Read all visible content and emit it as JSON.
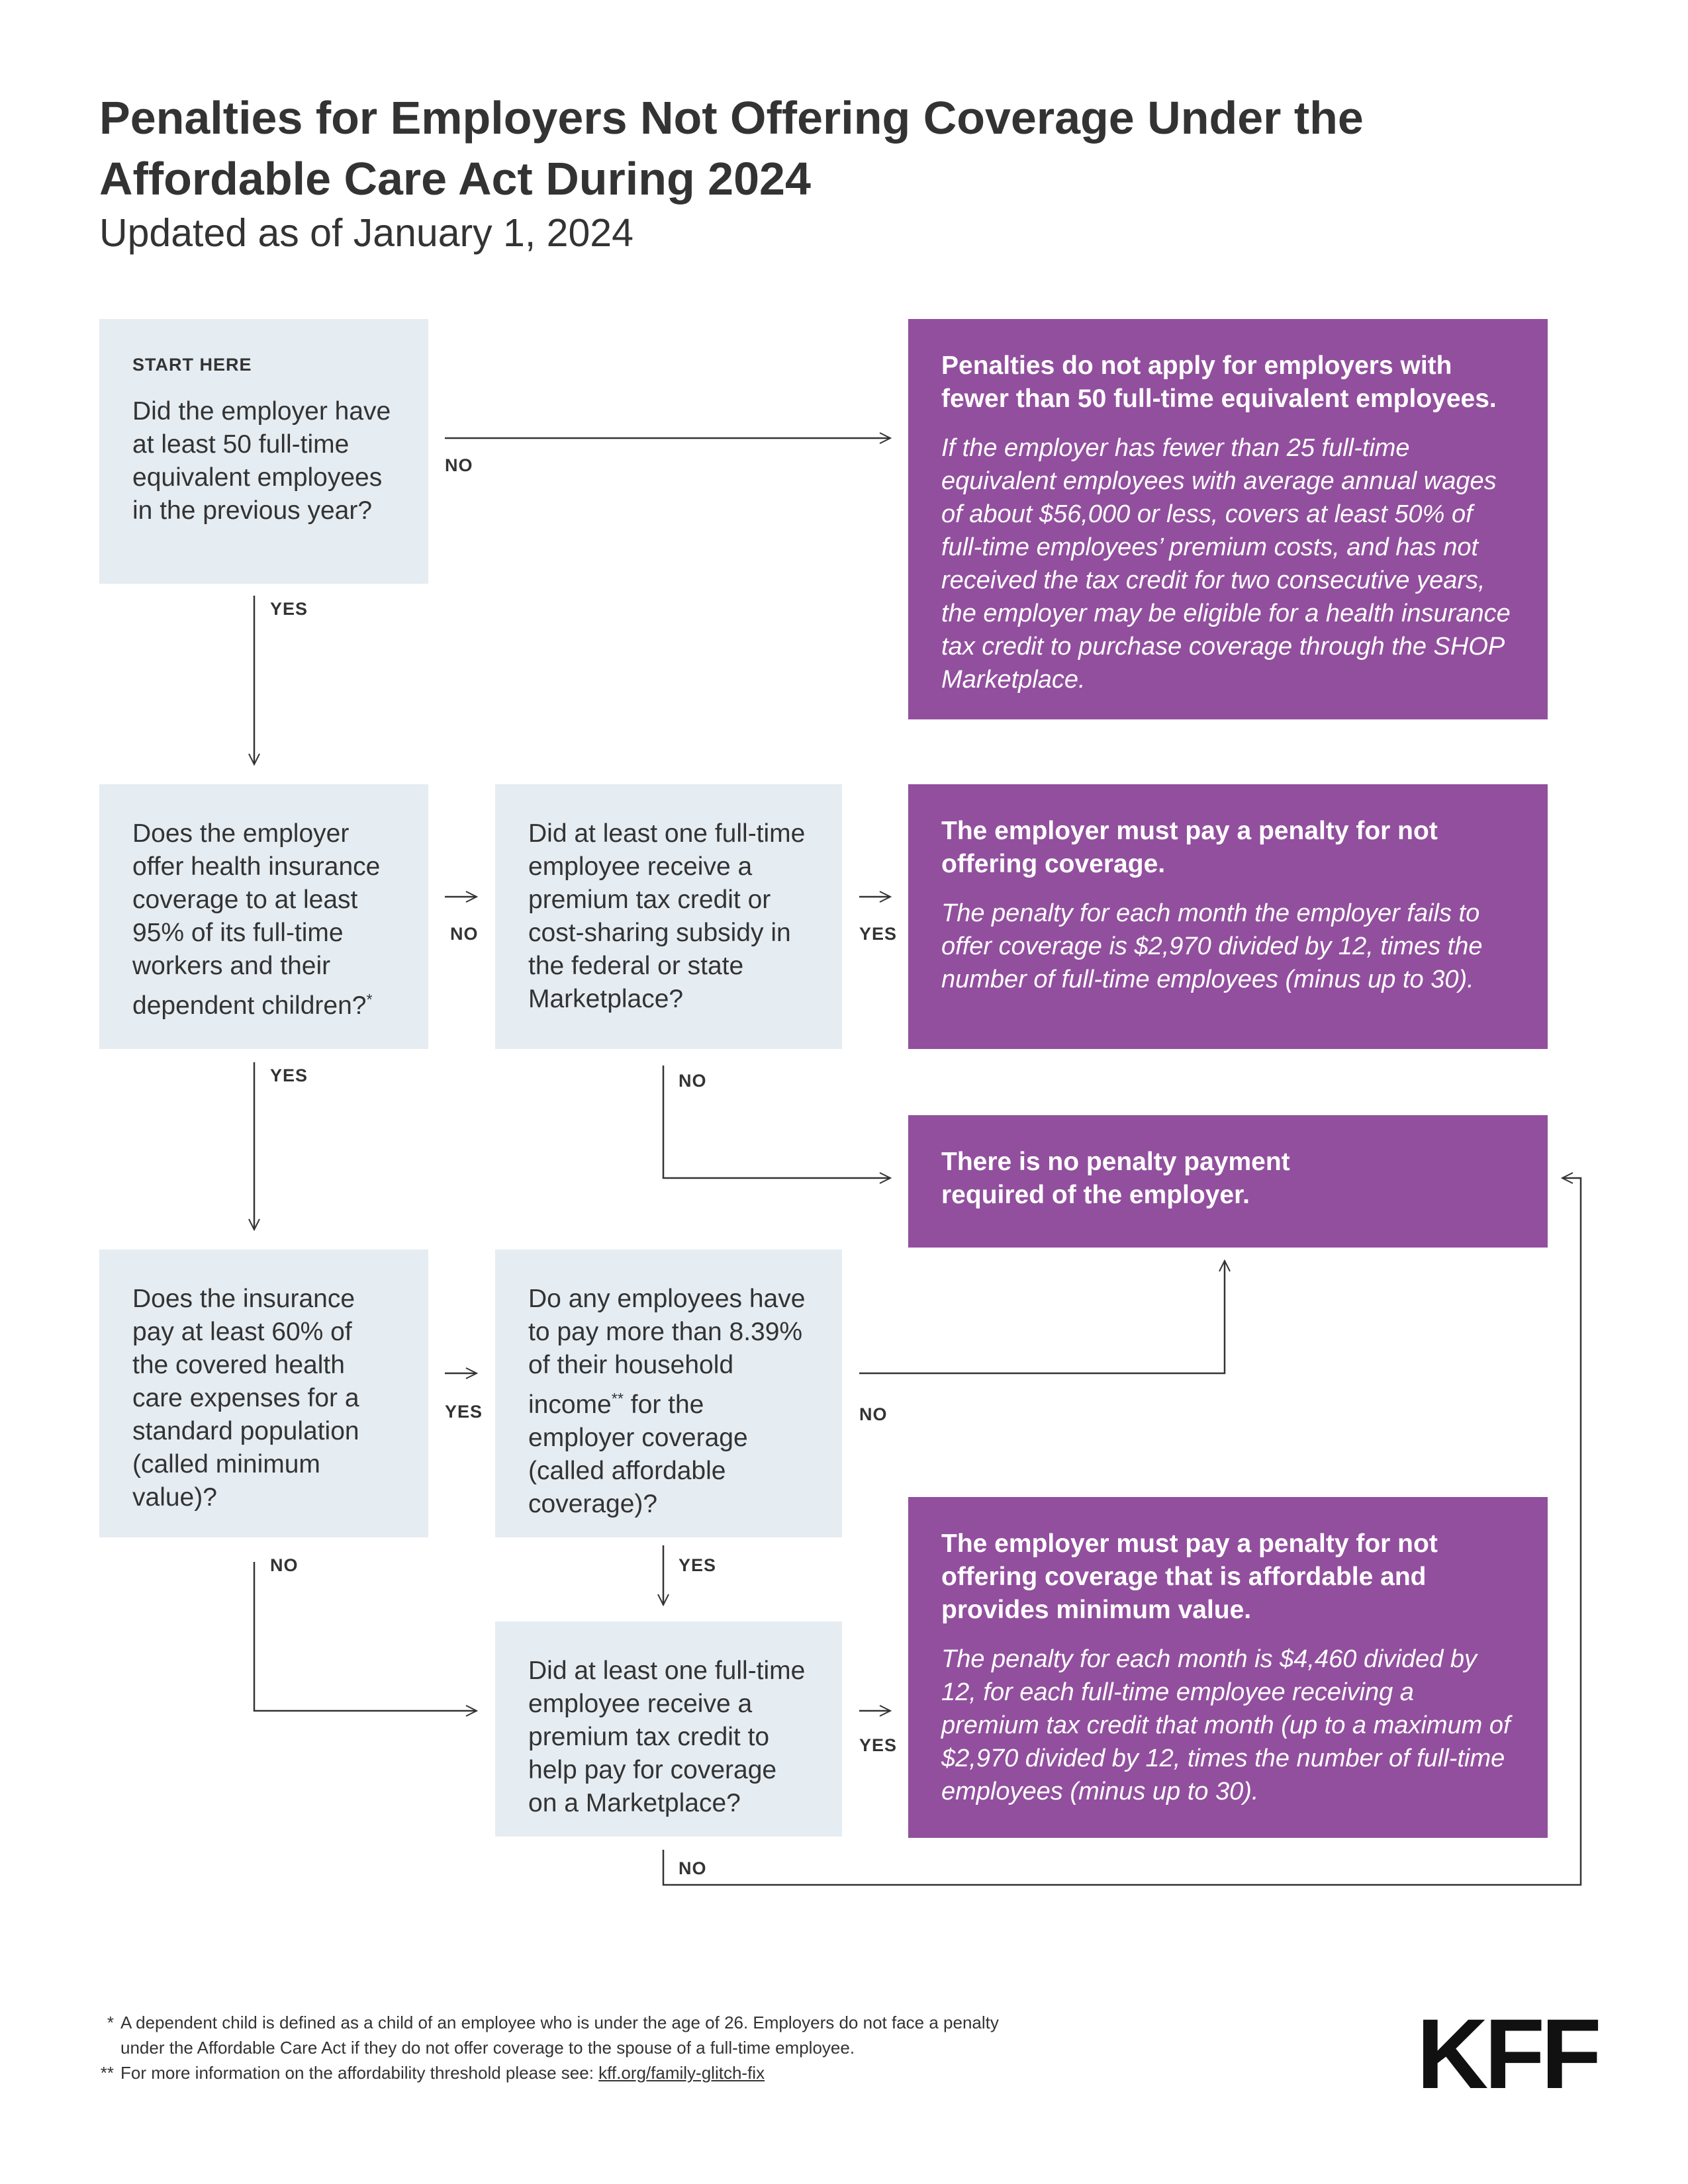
{
  "header": {
    "title_line1": "Penalties for Employers Not Offering Coverage Under the",
    "title_line2": "Affordable Care Act During 2024",
    "subtitle": "Updated as of January 1, 2024"
  },
  "colors": {
    "question_bg": "#e5ecf2",
    "result_bg": "#924f9e",
    "text": "#333333"
  },
  "questions": {
    "q1": {
      "tag": "START HERE",
      "text": "Did the employer have at least 50 full-time equivalent employees in the previous year?"
    },
    "q2": {
      "text": "Does the employer offer health insurance coverage to at least 95% of its full-time workers and their dependent children?",
      "note": "*"
    },
    "q3": {
      "text": "Did at least one full-time employee receive a premium tax credit or cost-sharing subsidy in the federal or state Marketplace?"
    },
    "q4": {
      "text": "Does the insurance pay at least 60% of the covered health care expenses for a standard population (called minimum value)?"
    },
    "q5": {
      "text_a": "Do any employees have to pay more than 8.39% of their household income",
      "note": "**",
      "text_b": "for the employer coverage (called affordable coverage)?"
    },
    "q6": {
      "text": "Did at least one full-time employee receive a premium tax credit to help pay for coverage on a Marketplace?"
    }
  },
  "results": {
    "r1": {
      "heading": "Penalties do not apply for employers with fewer than 50 full-time equivalent employees.",
      "body": "If the employer has fewer than 25 full-time equivalent employees with average annual wages of about $56,000 or less, covers at least 50% of full-time employees’ premium costs, and has not received the tax credit for two consecutive years, the employer may be eligible for a health insurance tax credit to purchase coverage through the SHOP Marketplace."
    },
    "r2": {
      "heading": "The employer must pay a penalty for not offering coverage.",
      "body": "The penalty for each month the employer fails to offer coverage is $2,970 divided by 12, times the number of full-time employees (minus up to 30)."
    },
    "r3": {
      "heading": "There is no penalty payment required of the employer."
    },
    "r4": {
      "heading": "The employer must pay a penalty for not offering coverage that is affordable and provides minimum value.",
      "body": "The penalty for each month is $4,460 divided by 12, for each full-time employee receiving a premium tax credit that month (up to a maximum of $2,970 divided by 12, times the number of full-time employees (minus up to 30)."
    }
  },
  "labels": {
    "yes": "YES",
    "no": "NO"
  },
  "footnotes": {
    "f1_mark": "*",
    "f1_line1": "A dependent child is defined as a child of an employee who is under the age of 26. Employers do not face a penalty",
    "f1_line2": "under the Affordable Care Act if they do not offer coverage to the spouse of a full-time employee.",
    "f2_mark": "**",
    "f2_text": "For more information on the affordability threshold please see:",
    "f2_link": "kff.org/family-glitch-fix"
  },
  "logo": "KFF"
}
